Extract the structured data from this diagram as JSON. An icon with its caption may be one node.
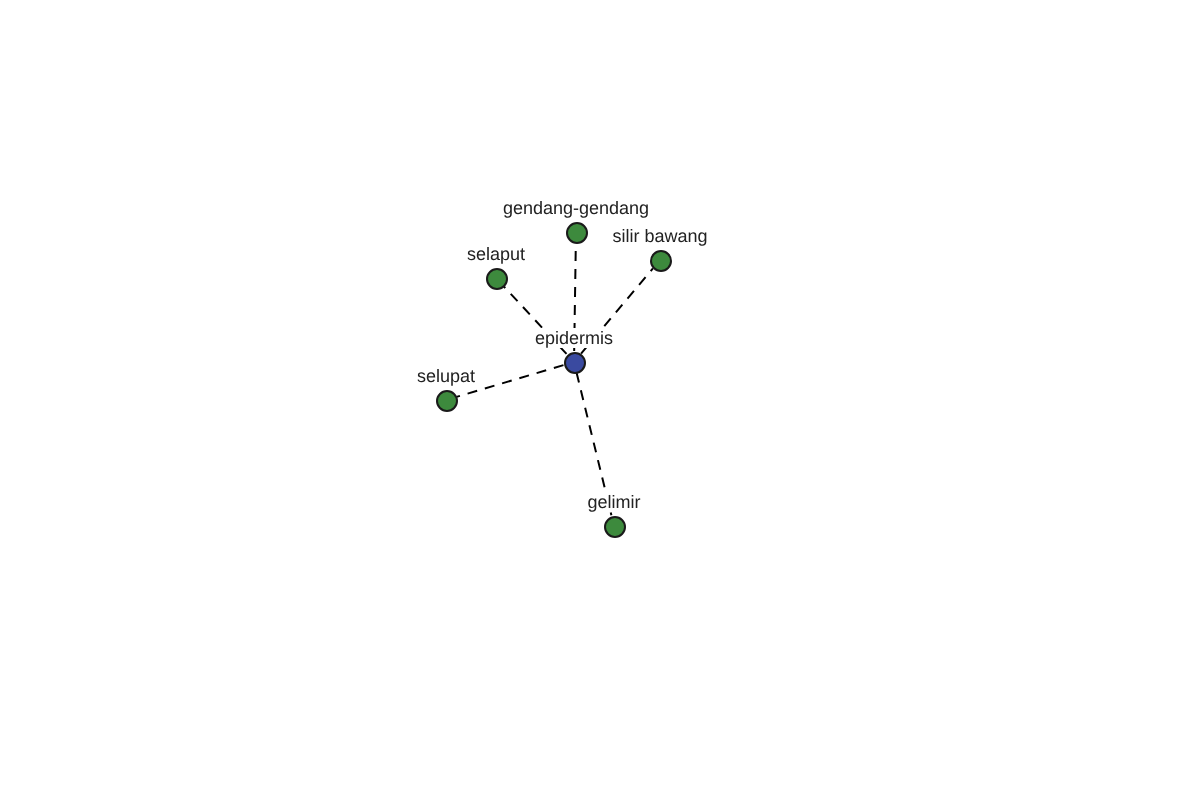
{
  "diagram": {
    "nodes": [
      {
        "text": [],
        "shape": "circle",
        "beside": [
          "gendang-gendang"
        ]
      },
      {
        "text": [],
        "shape": "circle",
        "beside": [
          "silir bawang"
        ]
      },
      {
        "text": [],
        "shape": "circle",
        "beside": [
          "selaput"
        ]
      },
      {
        "text": [],
        "shape": "circle",
        "beside": [
          "epidermis"
        ]
      },
      {
        "text": [],
        "shape": "circle",
        "beside": [
          "selupat"
        ]
      },
      {
        "text": [],
        "shape": "circle",
        "beside": [
          "gelimir"
        ]
      }
    ],
    "edges": [
      {
        "from": 3,
        "to": 0,
        "arrow": "none",
        "style": "dashed"
      },
      {
        "from": 3,
        "to": 1,
        "arrow": "none",
        "style": "dashed"
      },
      {
        "from": 3,
        "to": 2,
        "arrow": "none",
        "style": "dashed"
      },
      {
        "from": 3,
        "to": 4,
        "arrow": "none",
        "style": "dashed"
      },
      {
        "from": 3,
        "to": 5,
        "arrow": "none",
        "style": "dashed"
      }
    ]
  }
}
